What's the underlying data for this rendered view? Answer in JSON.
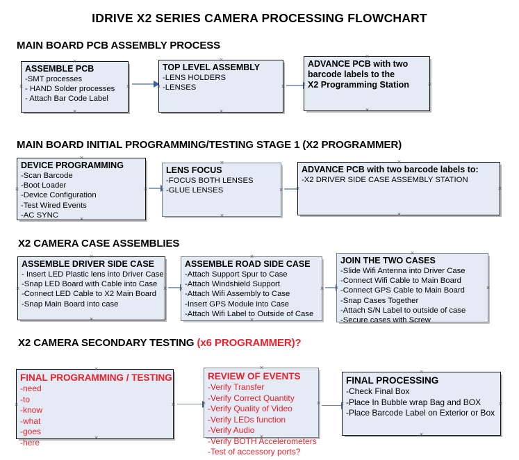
{
  "page": {
    "title": "IDRIVE X2  SERIES CAMERA PROCESSING FLOWCHART",
    "accent_red": "#e8212a",
    "box_fill": "#e4ebf5",
    "arrow_color": "#8ba4bd"
  },
  "sections": [
    {
      "id": "main-board-pcb-assembly",
      "header": "MAIN BOARD PCB ASSEMBLY PROCESS",
      "header_red": "",
      "nodes": [
        {
          "id": "assemble-pcb",
          "title": "ASSEMBLE PCB",
          "lines": [
            "-SMT processes",
            "- HAND Solder processes",
            "- Attach Bar Code Label"
          ]
        },
        {
          "id": "top-level-assembly",
          "title": "TOP LEVEL ASSEMBLY",
          "lines": [
            "-LENS HOLDERS",
            "-LENSES"
          ]
        },
        {
          "id": "advance-pcb-to-programming-station",
          "title": "ADVANCE PCB with two",
          "lines": [
            "barcode labels to the",
            " X2 Programming Station"
          ]
        }
      ]
    },
    {
      "id": "main-board-initial-programming",
      "header": "MAIN BOARD INITIAL PROGRAMMING/TESTING STAGE 1 (X2 PROGRAMMER)",
      "header_red": "",
      "nodes": [
        {
          "id": "device-programming",
          "title": "DEVICE PROGRAMMING",
          "lines": [
            "-Scan Barcode",
            "-Boot Loader",
            "-Device Configuration",
            "-Test Wired Events",
            "-AC SYNC"
          ]
        },
        {
          "id": "lens-focus",
          "title": "LENS FOCUS",
          "lines": [
            "-FOCUS BOTH LENSES",
            "-GLUE LENSES"
          ]
        },
        {
          "id": "advance-pcb-to-driver-side-case",
          "title": "ADVANCE PCB with two barcode labels to:",
          "lines": [
            "-X2 DRIVER  SIDE  CASE  ASSEMBLY STATION"
          ]
        }
      ]
    },
    {
      "id": "x2-camera-case-assemblies",
      "header": "X2 CAMERA CASE ASSEMBLIES",
      "header_red": "",
      "nodes": [
        {
          "id": "assemble-driver-side-case",
          "title": "ASSEMBLE DRIVER SIDE CASE",
          "lines": [
            "- Insert LED Plastic lens into Driver Case",
            "-Snap LED Board with Cable into Case",
            "-Connect LED Cable to X2 Main Board",
            "-Snap Main Board into case"
          ]
        },
        {
          "id": "assemble-road-side-case",
          "title": "ASSEMBLE ROAD SIDE CASE",
          "lines": [
            "-Attach Support Spur to Case",
            "-Attach Windshield Support",
            "-Attach Wifi Assembly to Case",
            "-Insert GPS Module into Case",
            "-Attach Wifi Label to Outside of Case"
          ]
        },
        {
          "id": "join-the-two-cases",
          "title": "JOIN THE TWO CASES",
          "lines": [
            "-Slide Wifi Antenna into Driver Case",
            "-Connect Wifi Cable to Main Board",
            "-Connect GPS Cable to Main Board",
            "-Snap Cases Together",
            "-Attach S/N Label to outside of case",
            "-Secure cases with Screw"
          ]
        }
      ]
    },
    {
      "id": "x2-camera-secondary-testing",
      "header": "X2 CAMERA SECONDARY TESTING ",
      "header_red": "(x6 PROGRAMMER)?",
      "nodes": [
        {
          "id": "final-programming-testing",
          "title": "FINAL PROGRAMMING / TESTING",
          "lines": [
            "-need",
            "-to",
            "-know",
            "-what",
            "-goes",
            "-here"
          ]
        },
        {
          "id": "review-of-events",
          "title": "REVIEW OF EVENTS",
          "lines": [
            "-Verify Transfer",
            "-Verify Correct Quantity",
            "-Verify Quality of Video",
            "-Verify LEDs function",
            "-Verify Audio",
            "-Verify BOTH Accelerometers",
            "-Test of accessory ports?"
          ]
        },
        {
          "id": "final-processing",
          "title": "FINAL PROCESSING",
          "lines": [
            " -Check Final Box",
            "-Place In Bubble wrap Bag and BOX",
            "-Place Barcode Label on Exterior or Box"
          ]
        }
      ]
    }
  ]
}
